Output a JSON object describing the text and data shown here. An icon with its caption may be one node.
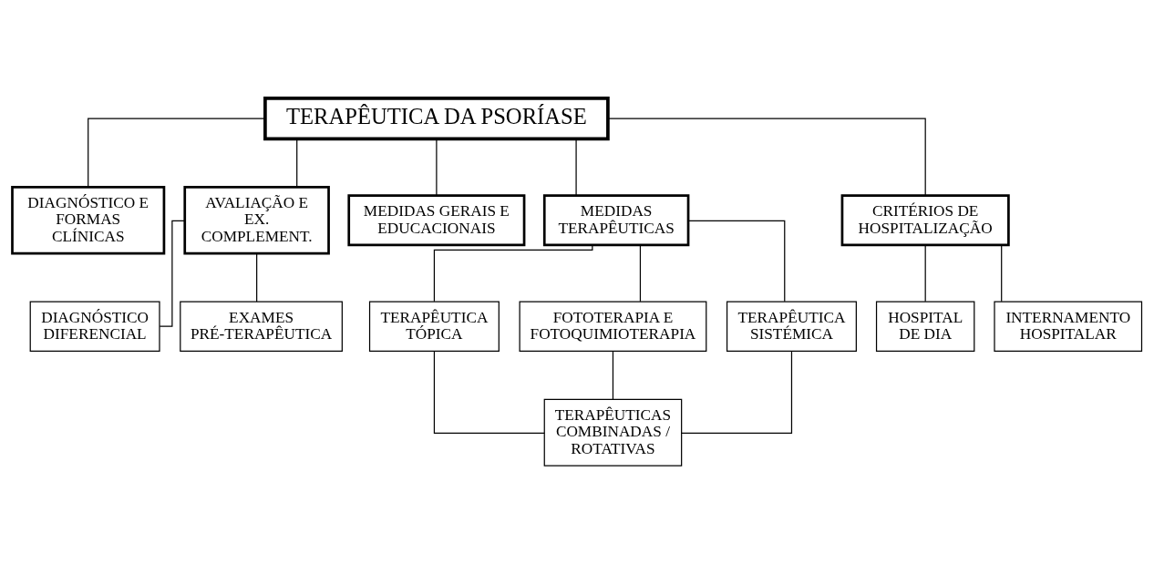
{
  "diagram": {
    "nodes": [
      {
        "text": [
          "TERAPÊUTICA DA PSORÍASE"
        ]
      },
      {
        "text": [
          "DIAGNÓSTICO E FORMAS CLÍNICAS"
        ]
      },
      {
        "text": [
          "AVALIAÇÃO E EX. COMPLEMENT."
        ]
      },
      {
        "text": [
          "MEDIDAS GERAIS E EDUCACIONAIS"
        ]
      },
      {
        "text": [
          "MEDIDAS TERAPÊUTICAS"
        ]
      },
      {
        "text": [
          "CRITÉRIOS DE HOSPITALIZAÇÃO"
        ]
      },
      {
        "text": [
          "DIAGNÓSTICO DIFERENCIAL"
        ]
      },
      {
        "text": [
          "EXAMES PRÉ-TERAPÊUTICA"
        ]
      },
      {
        "text": [
          "TERAPÊUTICA TÓPICA"
        ]
      },
      {
        "text": [
          "FOTOTERAPIA E FOTOQUIMIOTERAPIA"
        ]
      },
      {
        "text": [
          "TERAPÊUTICA SISTÉMICA"
        ]
      },
      {
        "text": [
          "HOSPITAL DE DIA"
        ]
      },
      {
        "text": [
          "INTERNAMENTO HOSPITALAR"
        ]
      },
      {
        "text": [
          "TERAPÊUTICAS COMBINADAS / ROTATIVAS"
        ]
      }
    ],
    "edges": [
      {
        "from": 0,
        "to": 1,
        "arrow": "none"
      },
      {
        "from": 0,
        "to": 2,
        "arrow": "none"
      },
      {
        "from": 0,
        "to": 3,
        "arrow": "none"
      },
      {
        "from": 0,
        "to": 4,
        "arrow": "none"
      },
      {
        "from": 0,
        "to": 5,
        "arrow": "none"
      },
      {
        "from": 2,
        "to": 6,
        "arrow": "none"
      },
      {
        "from": 2,
        "to": 7,
        "arrow": "none"
      },
      {
        "from": 4,
        "to": 8,
        "arrow": "none"
      },
      {
        "from": 4,
        "to": 9,
        "arrow": "none"
      },
      {
        "from": 4,
        "to": 10,
        "arrow": "none"
      },
      {
        "from": 5,
        "to": 11,
        "arrow": "none"
      },
      {
        "from": 5,
        "to": 12,
        "arrow": "none"
      },
      {
        "from": 8,
        "to": 13,
        "arrow": "none"
      },
      {
        "from": 9,
        "to": 13,
        "arrow": "none"
      },
      {
        "from": 10,
        "to": 13,
        "arrow": "none"
      }
    ]
  }
}
